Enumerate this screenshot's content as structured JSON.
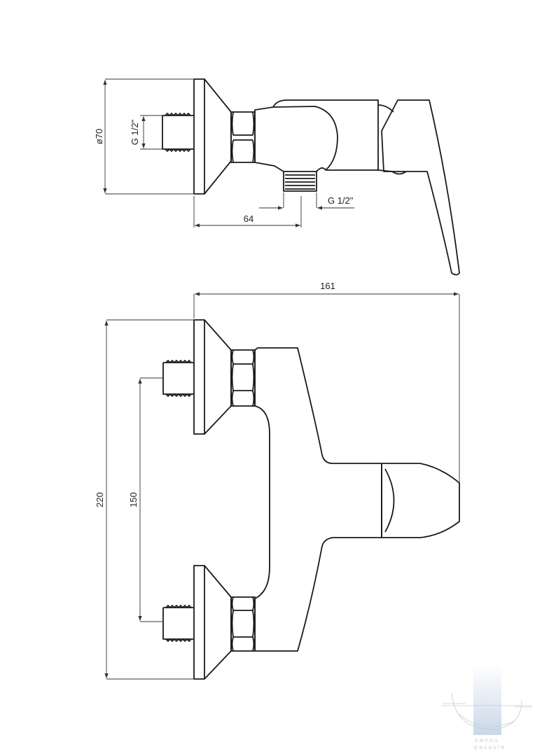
{
  "side_view": {
    "diameter_label": "ø70",
    "inlet_thread_label": "G 1/2\"",
    "outlet_thread_label": "G 1/2\"",
    "outlet_offset_label": "64"
  },
  "front_view": {
    "overall_depth_label": "161",
    "overall_height_label": "220",
    "inlet_spacing_label": "150"
  },
  "watermark": {
    "line1": "vannu",
    "line2": "pasaule"
  }
}
